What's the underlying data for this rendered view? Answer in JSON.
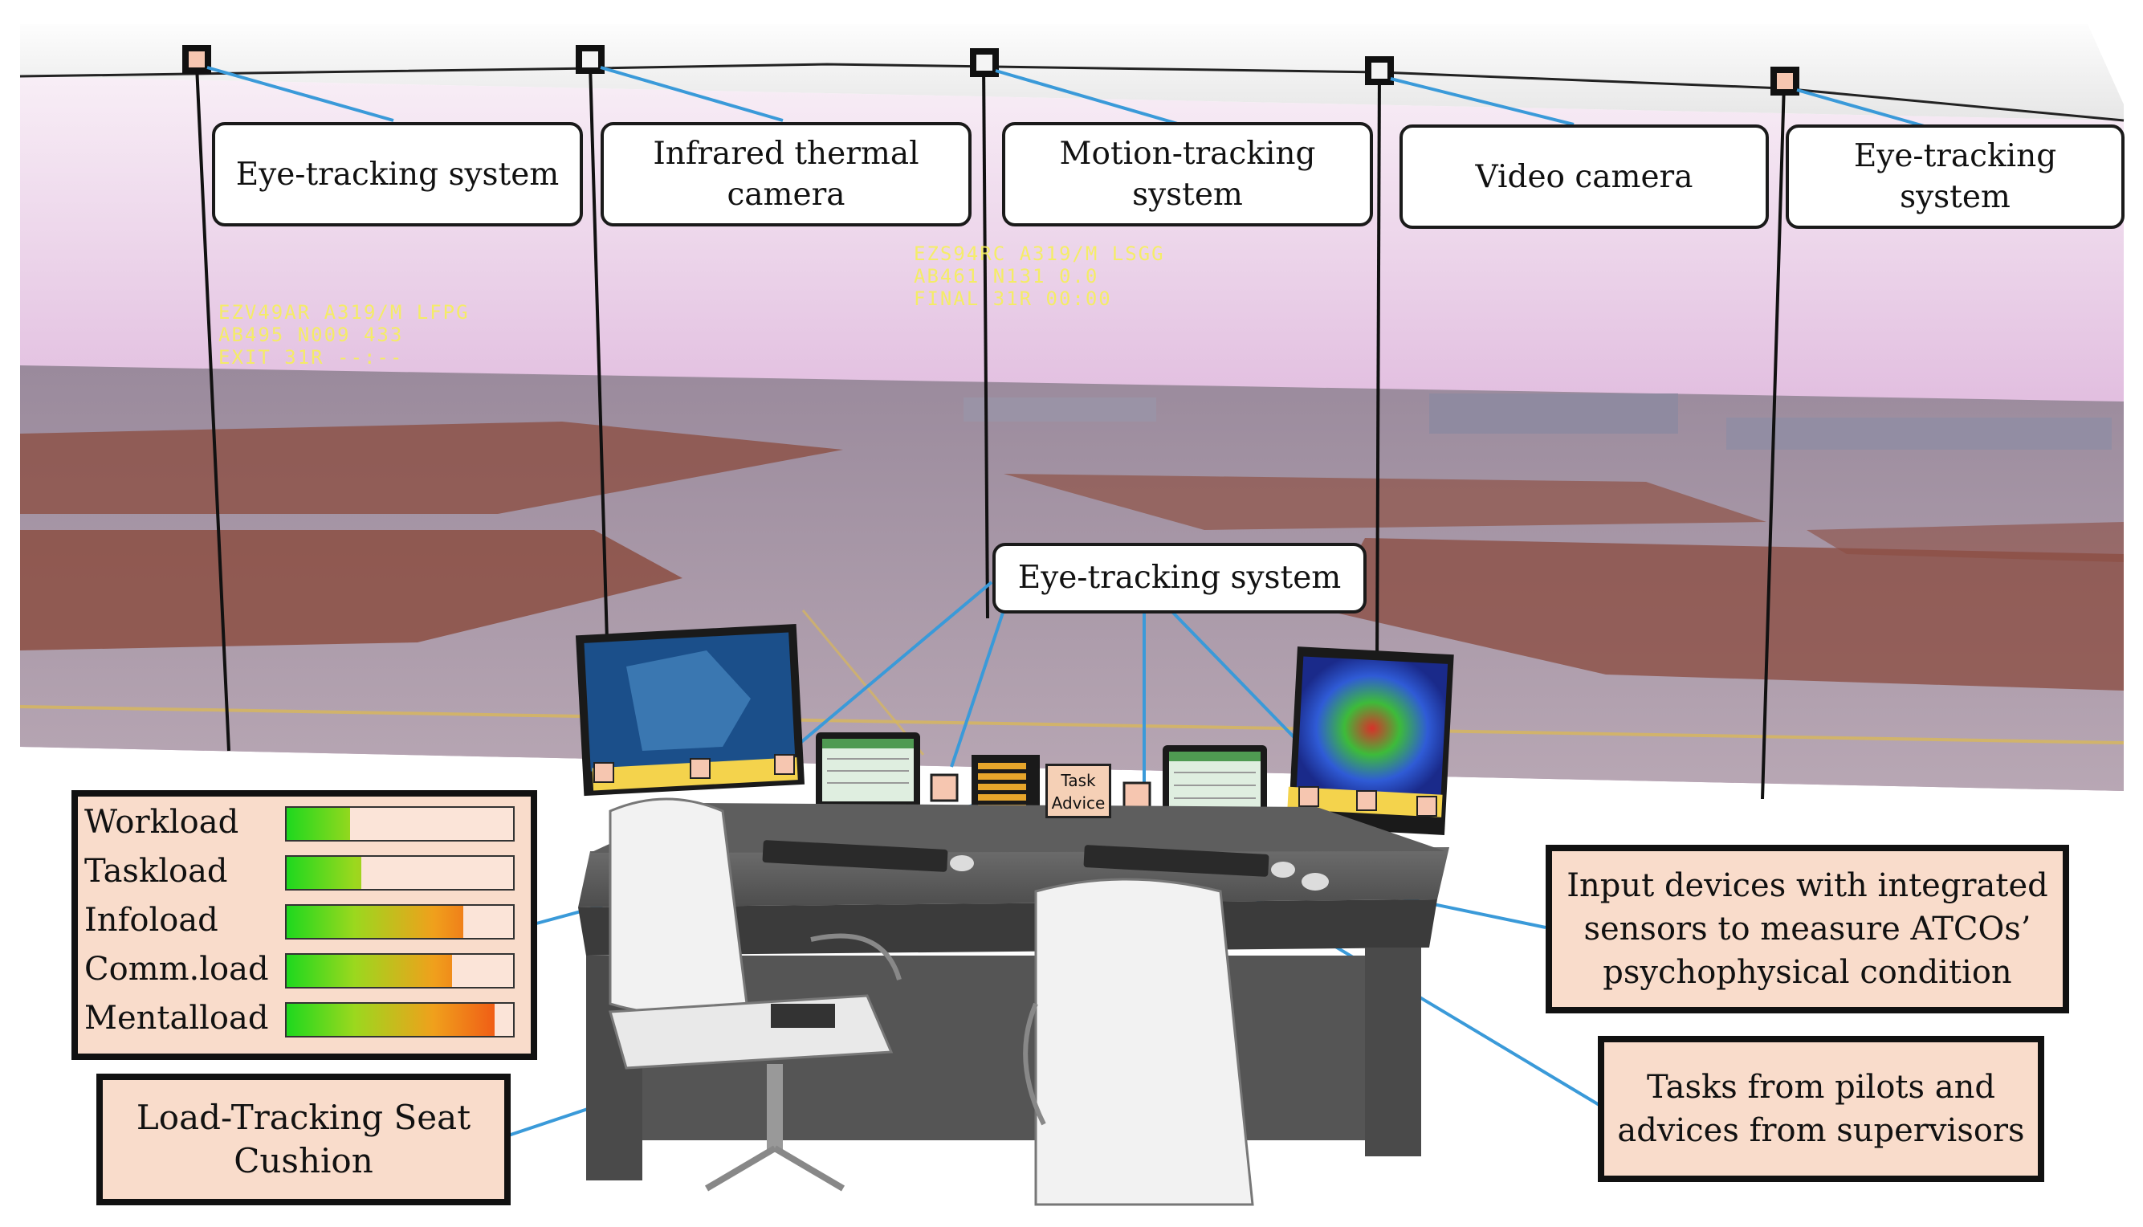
{
  "callouts": {
    "top_eye_1": "Eye-tracking system",
    "infrared": "Infrared thermal\ncamera",
    "motion": "Motion-tracking\nsystem",
    "video": "Video camera",
    "top_eye_2": "Eye-tracking\nsystem",
    "center_eye": "Eye-tracking system"
  },
  "boxes": {
    "input_devices": "Input devices with integrated\nsensors to measure ATCOs’\npsychophysical condition",
    "tasks": "Tasks from pilots and\nadvices from supervisors",
    "seat": "Load-Tracking Seat\nCushion"
  },
  "task_chip": "Task\nAdvice",
  "hud": {
    "left_block": "EZV49AR A319/M LFPG\nAB495 N009 433\nEXIT 31R --:--",
    "right_block": "EZS94RC A319/M LSGG\nAB461 N131 0.0\nFINAL 31R 00:00"
  },
  "load_bars": [
    {
      "label": "Workload",
      "level": 0.28
    },
    {
      "label": "Taskload",
      "level": 0.33
    },
    {
      "label": "Infoload",
      "level": 0.78
    },
    {
      "label": "Comm.load",
      "level": 0.73
    },
    {
      "label": "Mentalload",
      "level": 0.92
    }
  ],
  "colors": {
    "box_fill": "#f9dccb",
    "sensor_fill": "#f6c6b0",
    "pointer_line": "#3a9ad9",
    "hud_text": "#f6f05a"
  },
  "icons": [
    "camera-sensor-icon",
    "chair-icon",
    "monitor-icon",
    "keyboard-icon",
    "mouse-icon"
  ]
}
